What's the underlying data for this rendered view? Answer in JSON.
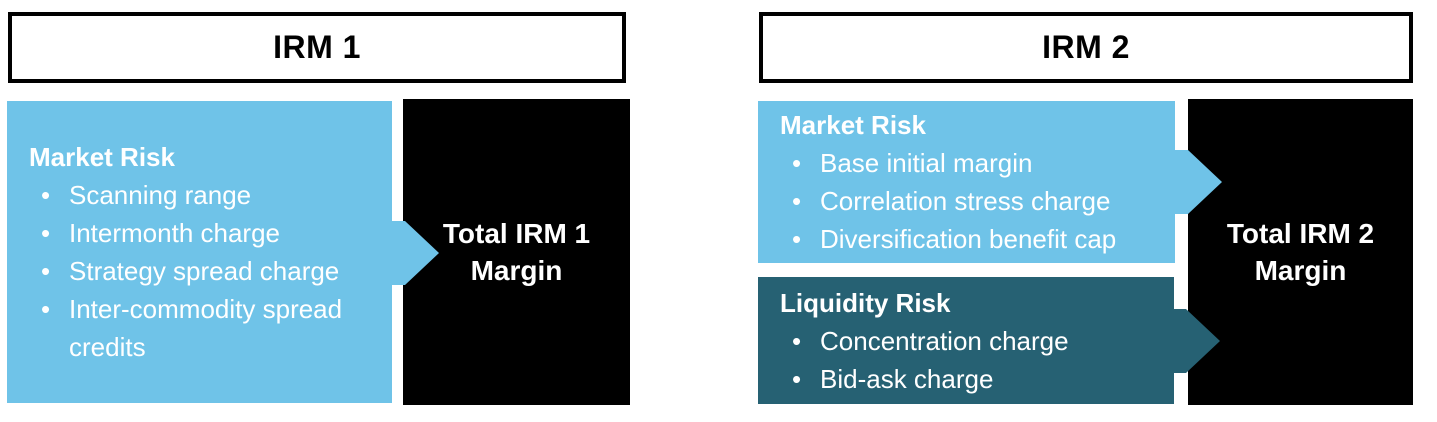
{
  "colors": {
    "light_blue": "#6FC3E8",
    "dark_teal": "#266173",
    "box_black": "#000000",
    "text_white": "#FFFFFF",
    "border_black": "#000000"
  },
  "bullet_glyph": "•",
  "panels": [
    {
      "title": "IRM 1",
      "sections": [
        {
          "heading": "Market Risk",
          "items": [
            "Scanning range",
            "Intermonth charge",
            "Strategy spread charge",
            "Inter-commodity spread credits"
          ]
        }
      ],
      "total": {
        "line1": "Total IRM 1",
        "line2": "Margin"
      }
    },
    {
      "title": "IRM 2",
      "sections": [
        {
          "heading": "Market Risk",
          "items": [
            "Base initial margin",
            "Correlation stress charge",
            "Diversification benefit cap"
          ]
        },
        {
          "heading": "Liquidity Risk",
          "items": [
            "Concentration charge",
            "Bid-ask charge"
          ]
        }
      ],
      "total": {
        "line1": "Total IRM 2",
        "line2": "Margin"
      }
    }
  ]
}
